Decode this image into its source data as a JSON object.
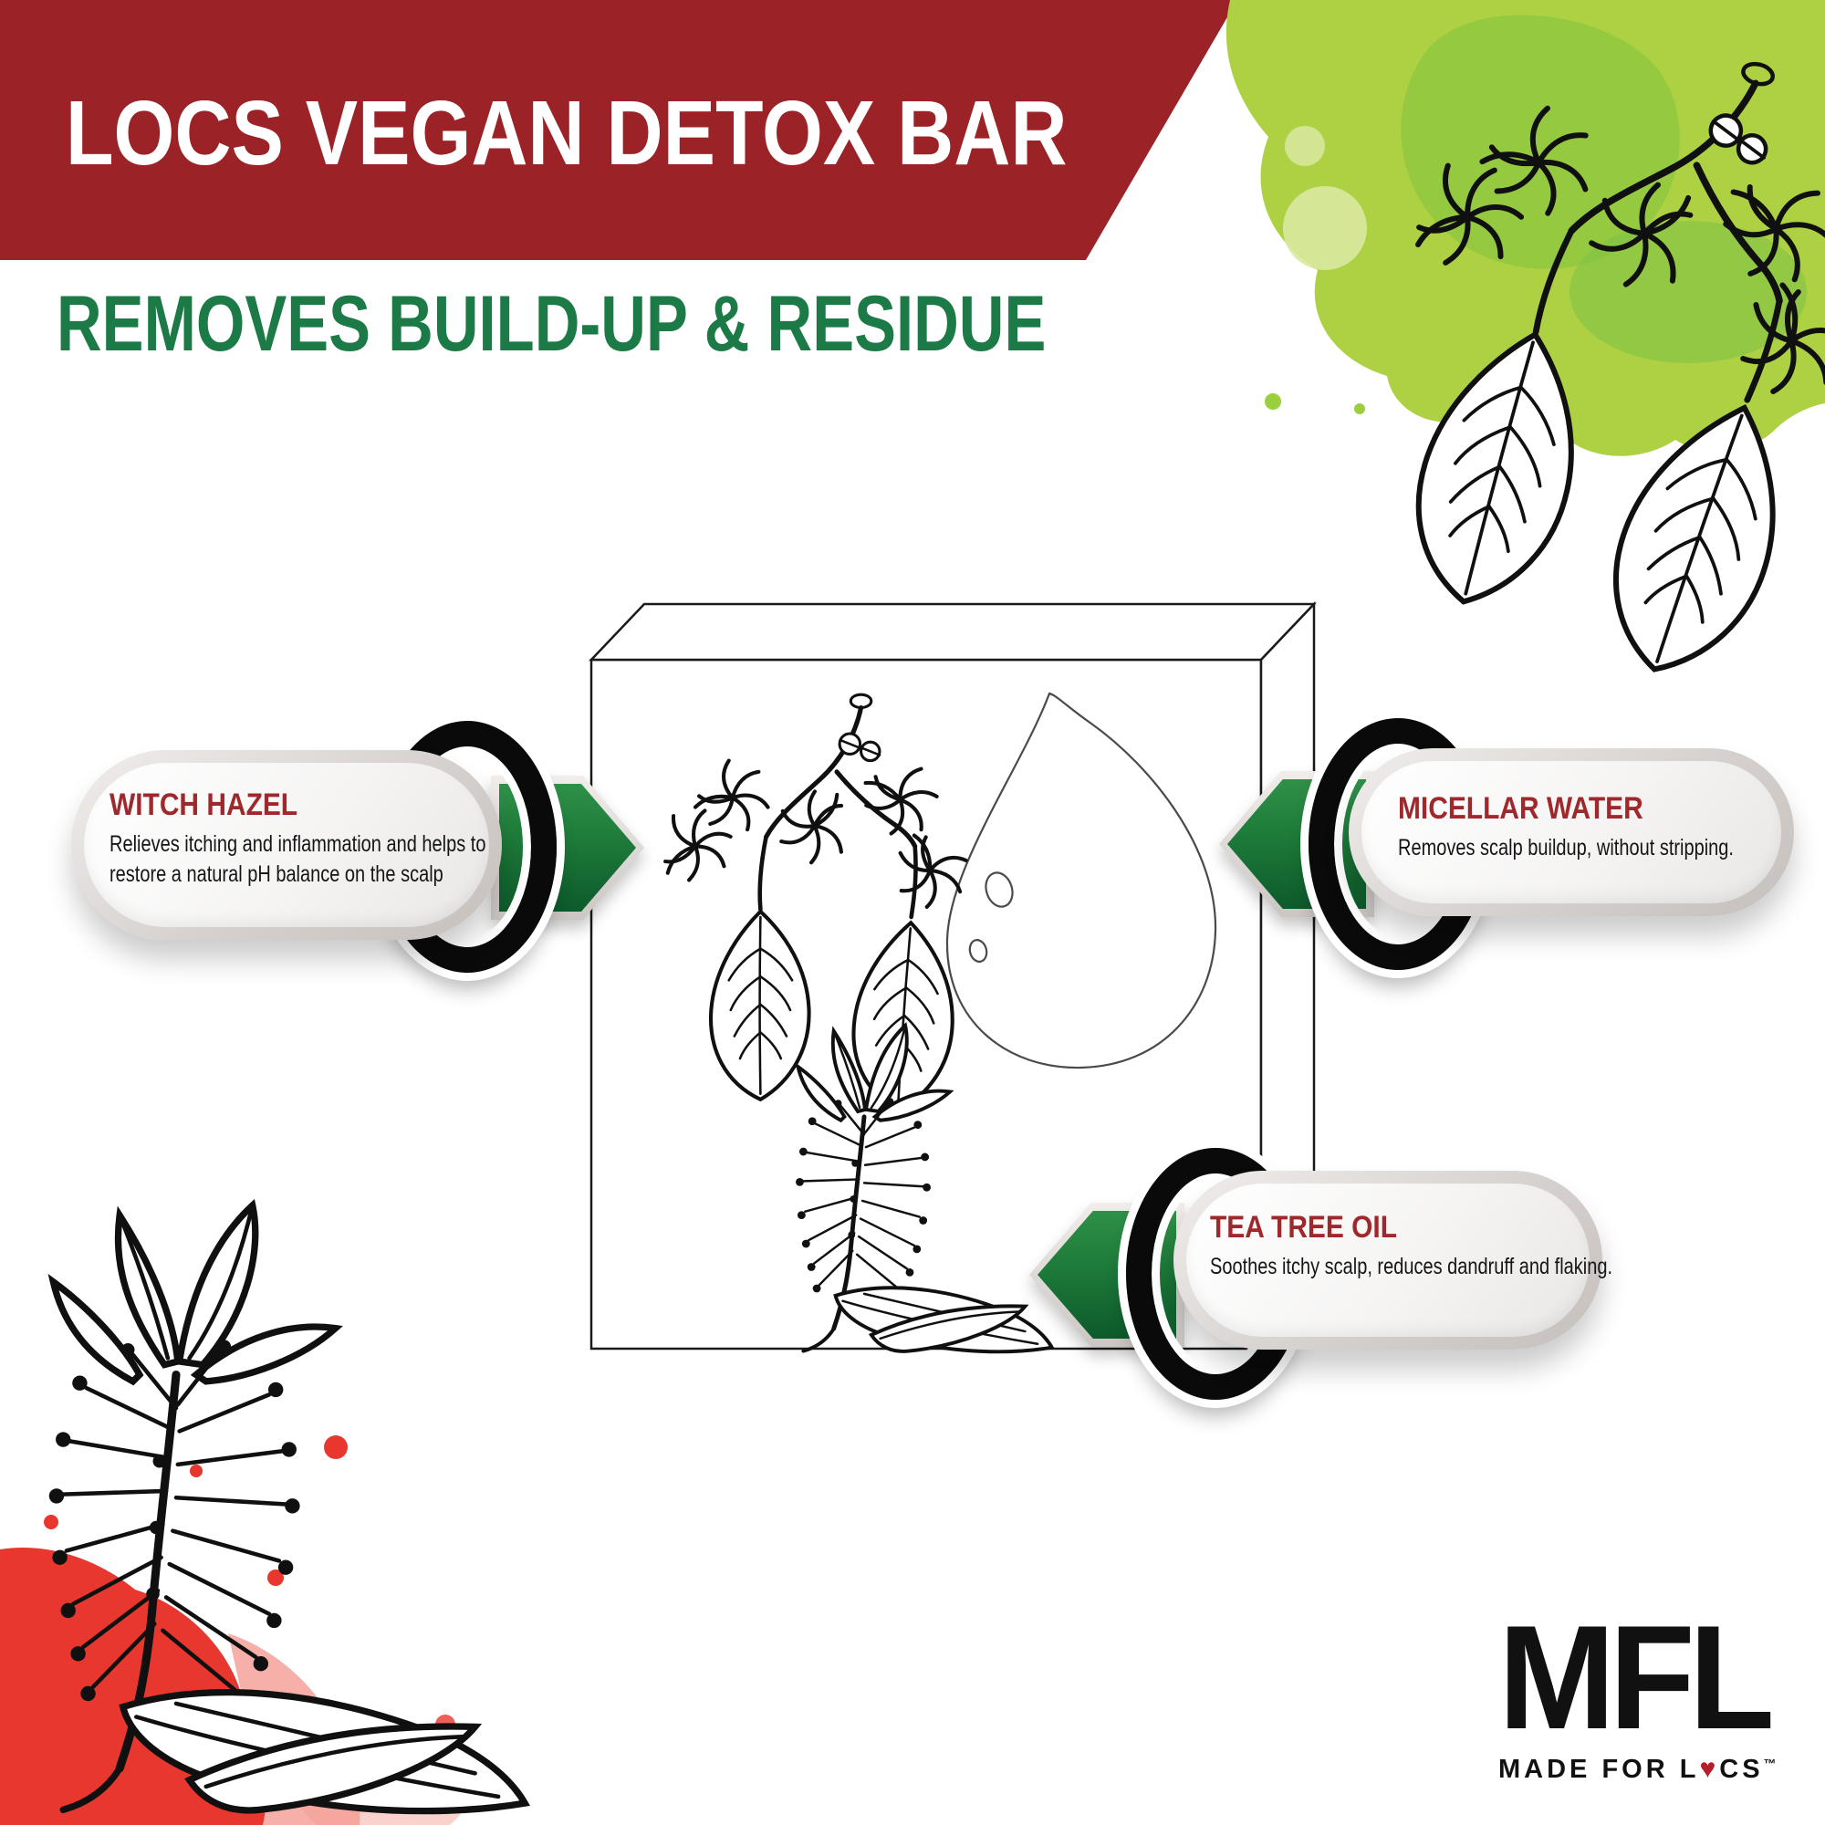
{
  "header": {
    "title": "LOCS VEGAN DETOX BAR",
    "subtitle": "REMOVES BUILD-UP & RESIDUE"
  },
  "callouts": [
    {
      "id": "witch-hazel",
      "title": "WITCH HAZEL",
      "description": "Relieves itching and inflammation and helps to restore a natural pH balance on the scalp",
      "side": "left"
    },
    {
      "id": "micellar-water",
      "title": "MICELLAR WATER",
      "description": "Removes scalp buildup, without stripping.",
      "side": "right"
    },
    {
      "id": "tea-tree-oil",
      "title": "TEA TREE OIL",
      "description": "Soothes itchy scalp, reduces dandruff and flaking.",
      "side": "right"
    }
  ],
  "logo": {
    "acronym": "MFL",
    "tagline_prefix": "MADE FOR L",
    "heart": "♥",
    "tagline_suffix": "CS",
    "trademark": "™"
  },
  "illustrations": {
    "product": "detox-bar-box",
    "inside_box": [
      "witch-hazel-branch",
      "water-drop",
      "tea-tree-branch"
    ],
    "corner_top_right": "green-watercolor-splash-with-witch-hazel-branch",
    "corner_bottom_left": "red-watercolor-splash-with-tea-tree-branch"
  },
  "colors": {
    "banner_red": "#9b2227",
    "subtitle_green": "#1b7a46",
    "callout_title_red": "#9e282c",
    "arrow_green_top": "#2f9048",
    "arrow_green_bottom": "#0d5a2b",
    "ring_black": "#0a0a0a",
    "splash_green": "#aed143",
    "splash_red": "#e8372e",
    "heart_red": "#b51f2b"
  }
}
